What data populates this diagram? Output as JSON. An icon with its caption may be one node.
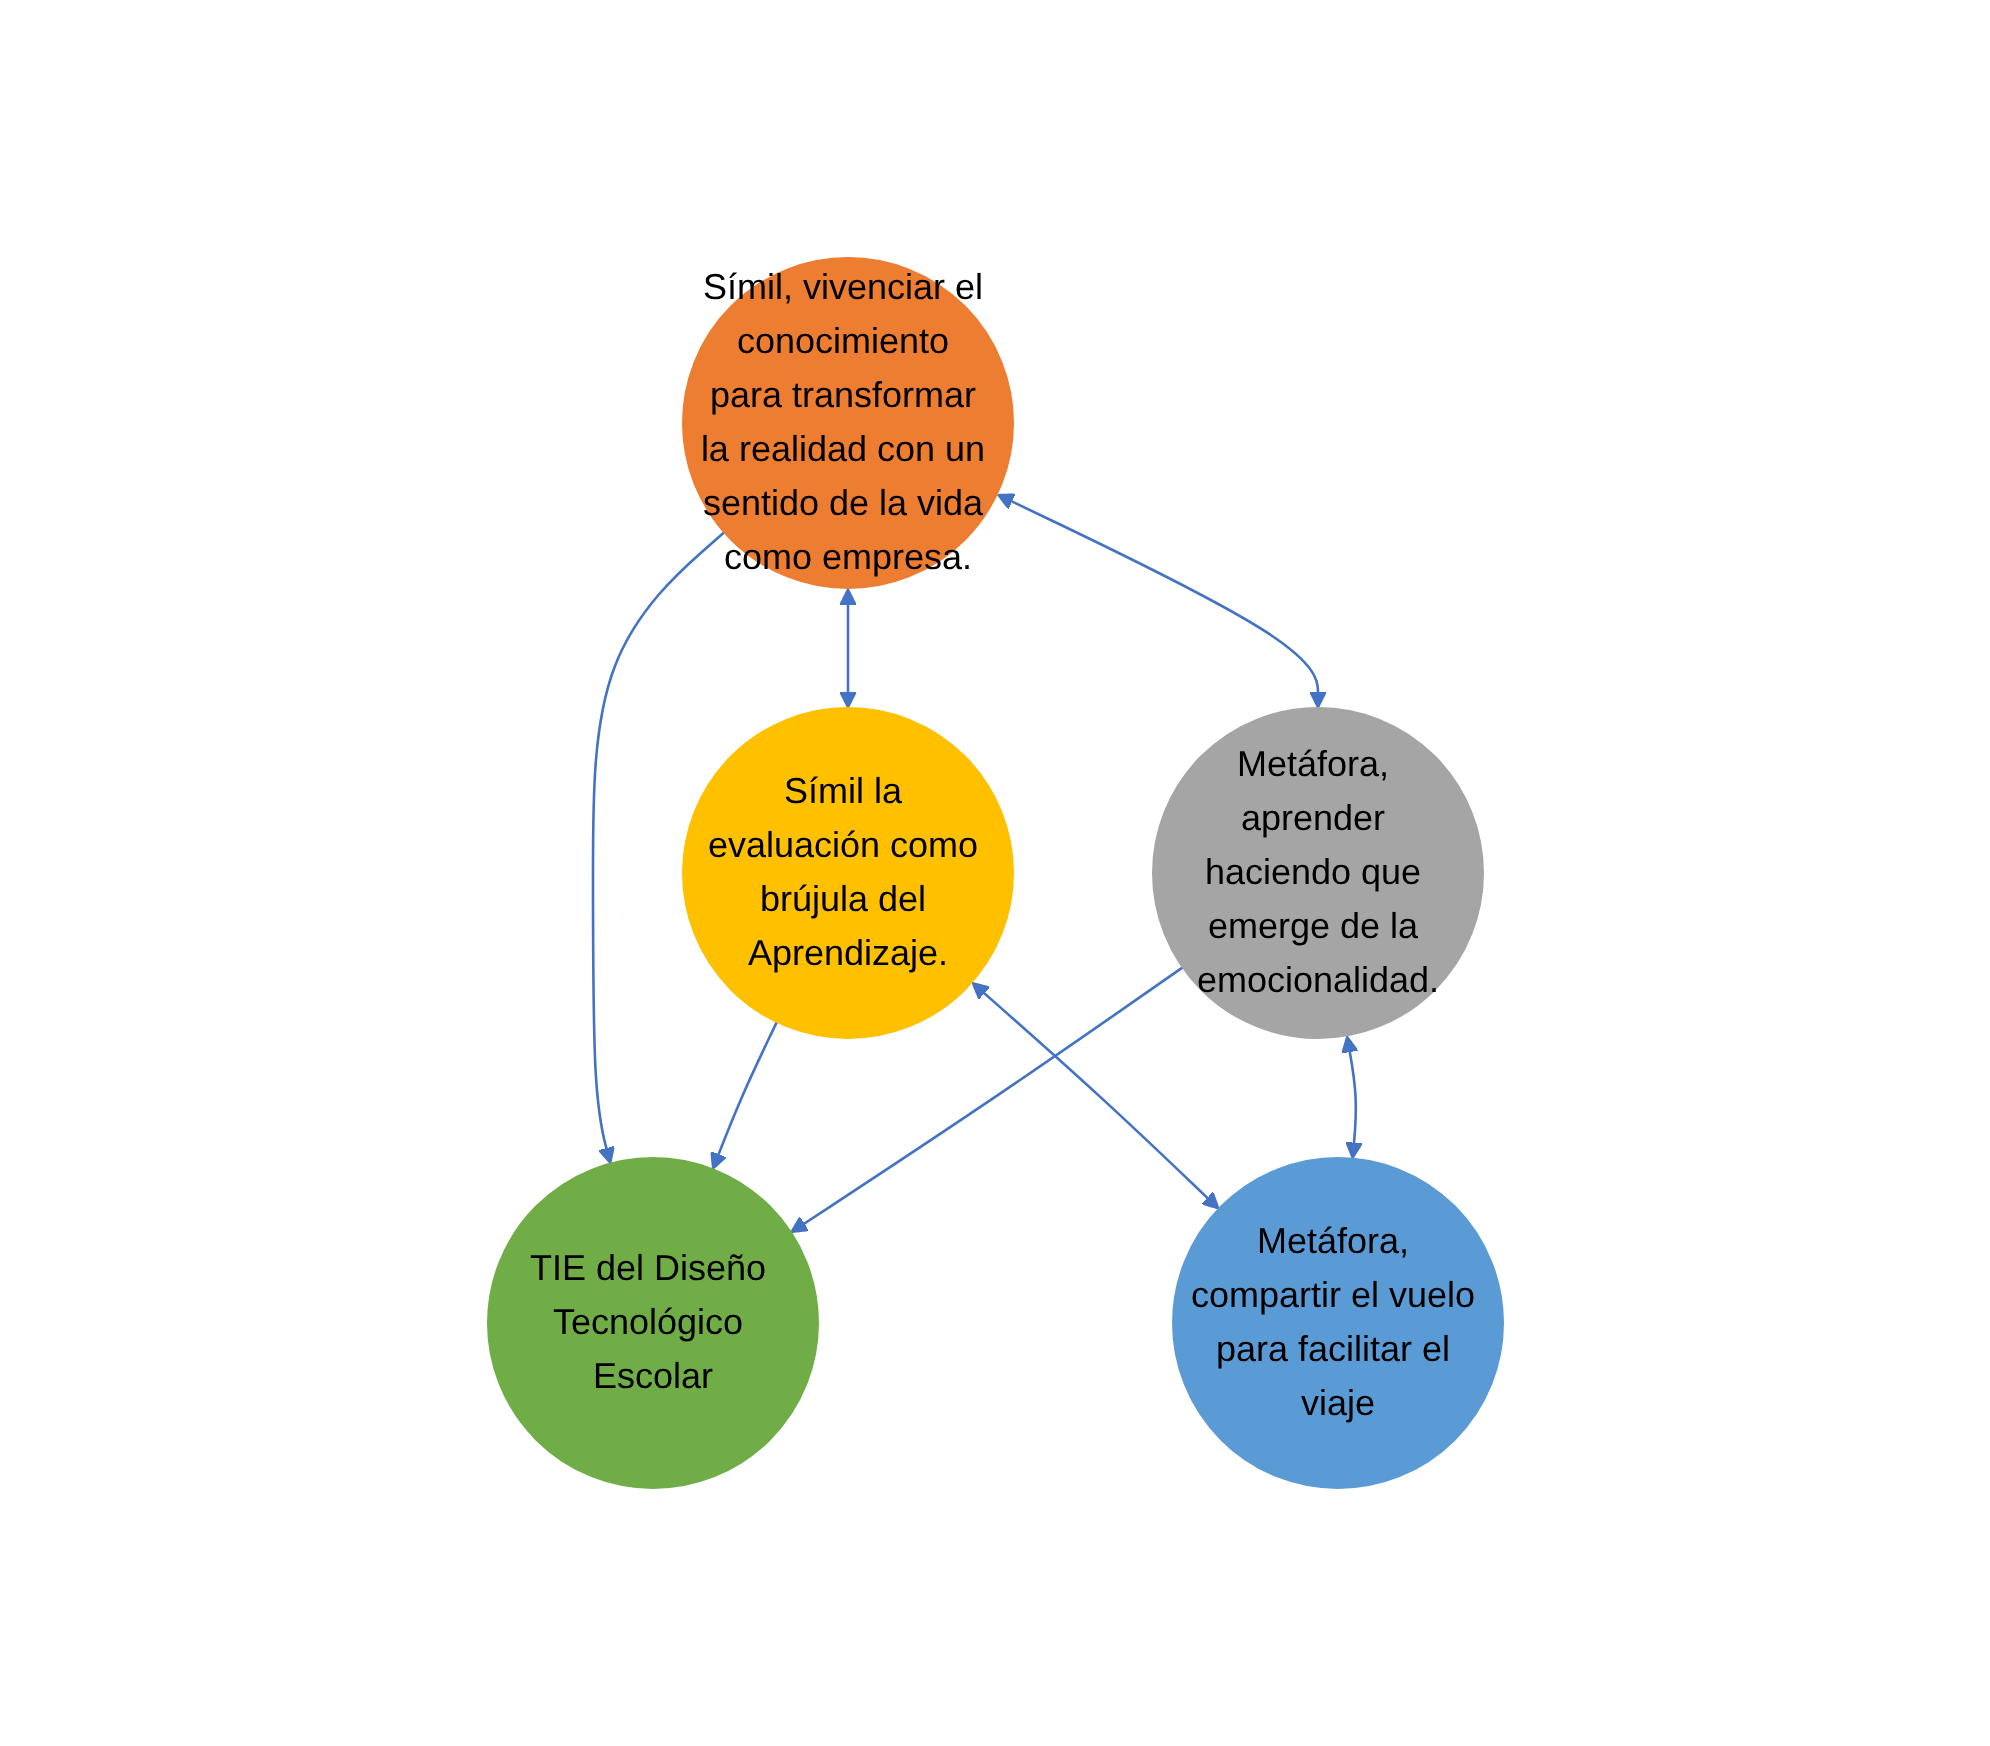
{
  "diagram": {
    "nodes": [
      {
        "text": [
          "Símil, vivenciar el conocimiento para transformar la realidad con un sentido de la vida como empresa."
        ]
      },
      {
        "text": [
          "Símil la evaluación como brújula del Aprendizaje."
        ]
      },
      {
        "text": [
          "TIE del Diseño Tecnológico Escolar"
        ]
      },
      {
        "text": [
          "Metáfora, aprender haciendo que emerge de la emocionalidad."
        ]
      },
      {
        "text": [
          "Metáfora, compartir el vuelo para facilitar el viaje"
        ]
      }
    ],
    "edges": [
      {
        "from": 0,
        "to": 1,
        "arrow": "both"
      },
      {
        "from": 0,
        "to": 3,
        "arrow": "both"
      },
      {
        "from": 0,
        "to": 2,
        "arrow": "to"
      },
      {
        "from": 1,
        "to": 2,
        "arrow": "to"
      },
      {
        "from": 3,
        "to": 2,
        "arrow": "to"
      },
      {
        "from": 1,
        "to": 4,
        "arrow": "both"
      },
      {
        "from": 3,
        "to": 4,
        "arrow": "both"
      }
    ]
  }
}
